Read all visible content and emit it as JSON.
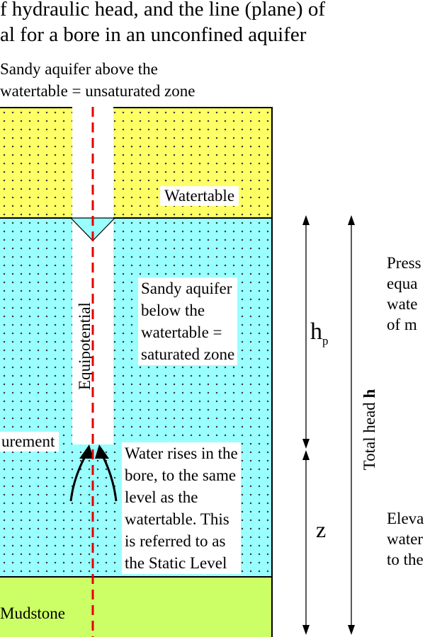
{
  "title": {
    "line1": "f hydraulic head, and the line (plane) of",
    "line2": "al for a bore in an unconfined aquifer"
  },
  "labels": {
    "unsaturated_line1": "Sandy aquifer above the",
    "unsaturated_line2": "watertable = unsaturated zone",
    "watertable": "Watertable",
    "saturated": [
      "Sandy aquifer",
      "below the",
      "watertable =",
      "saturated zone"
    ],
    "equipotential": "Equipotential",
    "measurement": "urement",
    "water_rises": [
      "Water rises in the",
      "bore, to the same",
      "level as the",
      "watertable. This",
      "is referred to as",
      "the Static Level"
    ],
    "mudstone": "Mudstone",
    "hp_main": "h",
    "hp_sub": "p",
    "z": "z",
    "total_head_text": "Total head ",
    "total_head_bold": "h",
    "pressure": [
      "Press",
      "equa",
      "wate",
      "of m"
    ],
    "elevation": [
      "Eleva",
      "water",
      "to the"
    ]
  },
  "colors": {
    "unsaturated": "#ffff66",
    "saturated": "#99ffff",
    "mudstone": "#ccff66",
    "equipotential_line": "#e60000",
    "bore": "#ffffff"
  }
}
